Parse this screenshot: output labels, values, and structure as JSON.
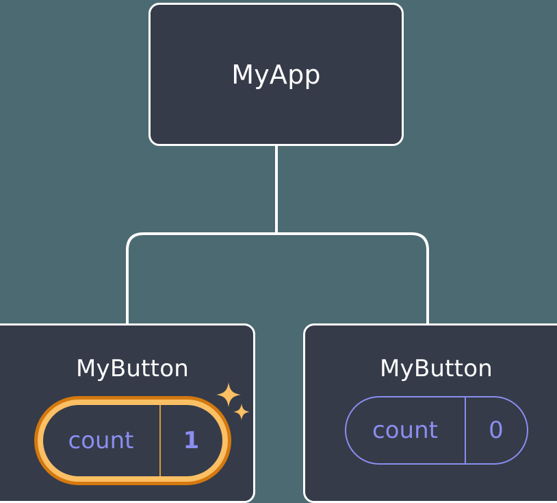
{
  "diagram": {
    "type": "component-tree",
    "background_color": "#4c6a72",
    "node_fill_color": "#353b49",
    "node_border_color": "#ffffff",
    "edge_color": "#ffffff",
    "state_text_color": "#8b8ef0",
    "highlight_outer_color": "#d4790f",
    "highlight_inner_color": "#fbbf64",
    "sparkle_color": "#fbbf64"
  },
  "root": {
    "title": "MyApp"
  },
  "children": [
    {
      "title": "MyButton",
      "state": {
        "key": "count",
        "value": "1",
        "highlighted": true
      }
    },
    {
      "title": "MyButton",
      "state": {
        "key": "count",
        "value": "0",
        "highlighted": false
      }
    }
  ]
}
